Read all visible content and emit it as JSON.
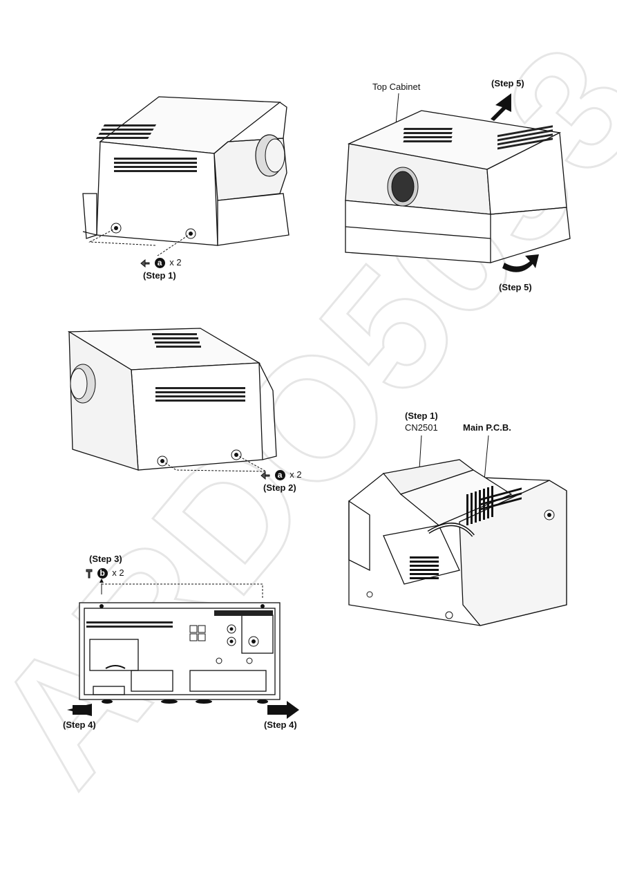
{
  "fig1": {
    "screw_badge": "a",
    "screw_count": "x 2",
    "step": "(Step 1)"
  },
  "fig2": {
    "screw_badge": "a",
    "screw_count": "x 2",
    "step": "(Step 2)"
  },
  "fig3": {
    "step_top": "(Step 3)",
    "screw_badge": "b",
    "screw_count": "x 2",
    "step_left": "(Step 4)",
    "step_right": "(Step 4)"
  },
  "fig4": {
    "part_label": "Top Cabinet",
    "step_top": "(Step 5)",
    "step_bottom": "(Step 5)"
  },
  "fig5": {
    "step": "(Step 1)",
    "connector": "CN2501",
    "board": "Main P.C.B."
  },
  "watermark": "ARDO5093"
}
